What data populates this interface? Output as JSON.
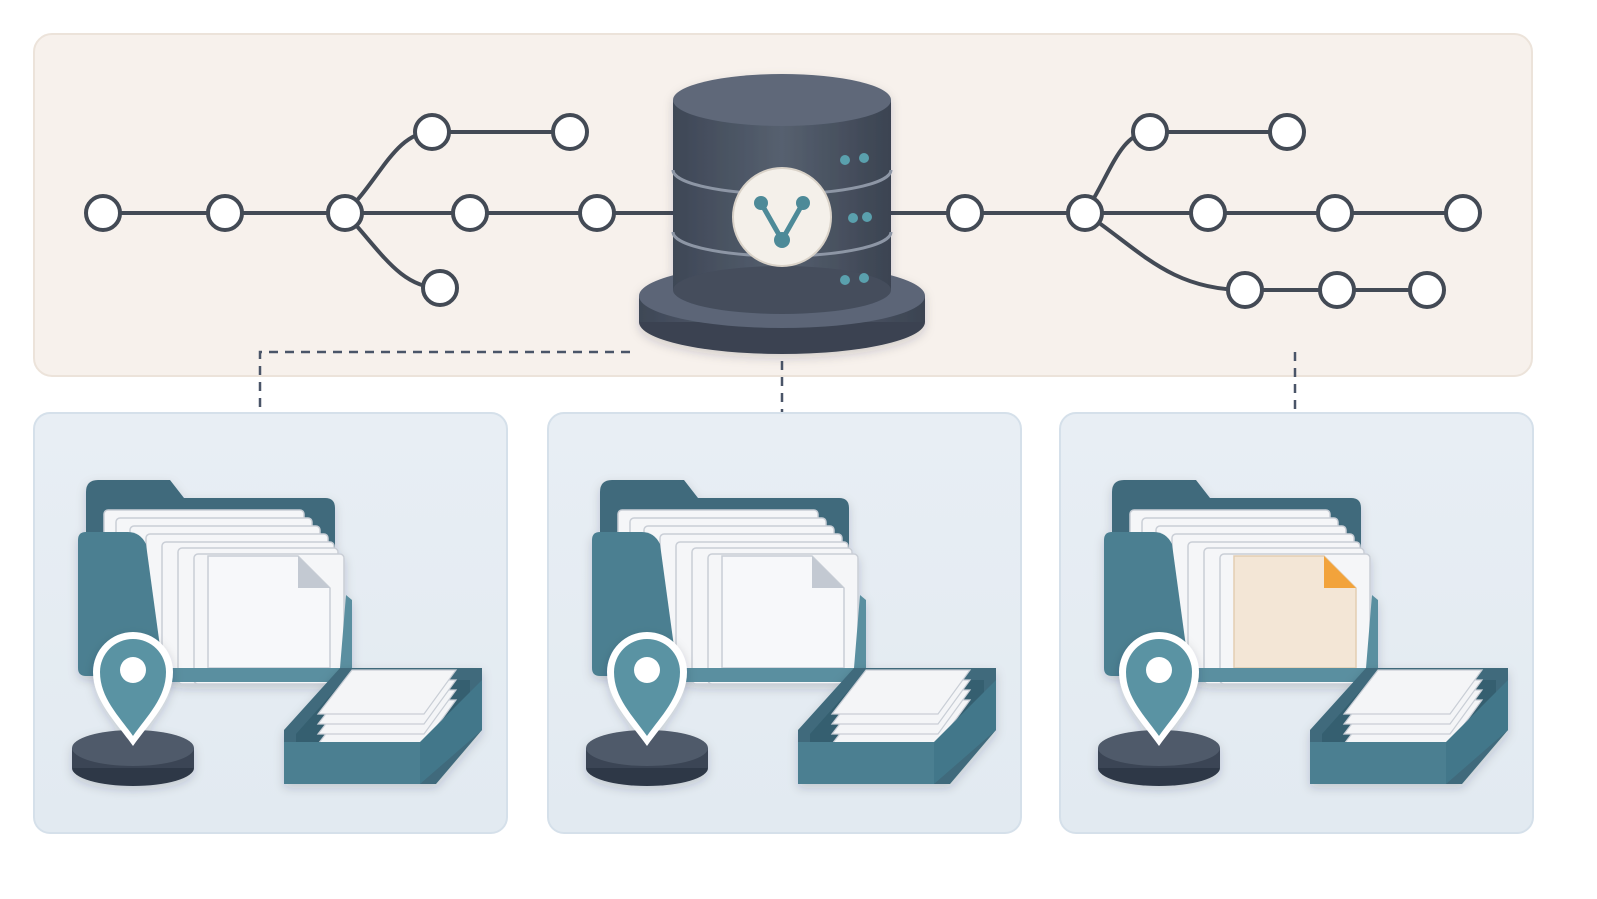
{
  "colors": {
    "background": "#ffffff",
    "repo_panel": "#f7f1ec",
    "repo_panel_border": "#ece3da",
    "workspace_panel": "#e6edf3",
    "workspace_panel_border": "#d5e0ea",
    "graph_line": "#434a55",
    "node_fill": "#ffffff",
    "server": "#4a5568",
    "server_dark": "#3d4654",
    "server_light": "#5a6475",
    "accent_teal": "#4d8a98",
    "folder_teal": "#4b7f91",
    "folder_dark": "#3f6b7c",
    "paper": "#f5f6f8",
    "paper_edge": "#c9ced6",
    "modified_file": "#f3e6d6",
    "modified_corner": "#f2a33a",
    "connector": "#4a5568"
  },
  "icons": {
    "repository": "database-server-icon",
    "branch": "git-branch-icon",
    "workspace": "folder-with-files-icon",
    "location": "map-pin-icon",
    "tray": "document-tray-icon",
    "modified": "modified-file-icon"
  },
  "workspaces": [
    {
      "id": "workspace-1",
      "modified": false
    },
    {
      "id": "workspace-2",
      "modified": false
    },
    {
      "id": "workspace-3",
      "modified": true
    }
  ]
}
